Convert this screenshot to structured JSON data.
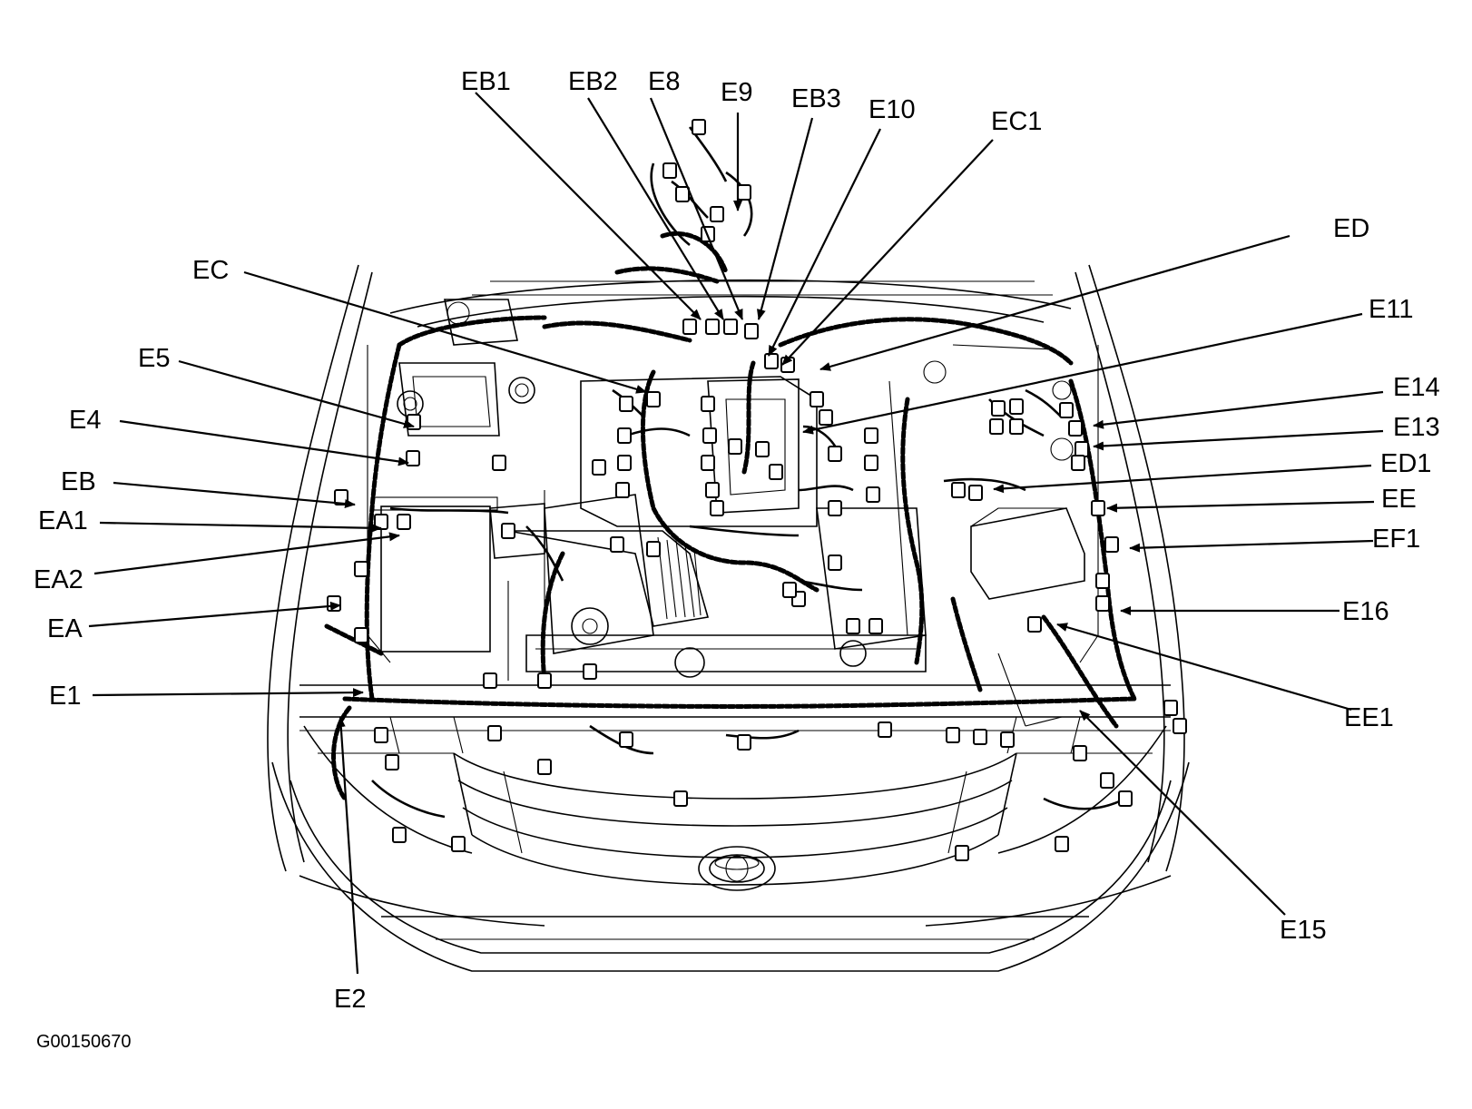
{
  "figure_id": "G00150670",
  "labels": {
    "EB1": "EB1",
    "EB2": "EB2",
    "E8": "E8",
    "E9": "E9",
    "EB3": "EB3",
    "E10": "E10",
    "EC1": "EC1",
    "ED": "ED",
    "EC": "EC",
    "E11": "E11",
    "E5": "E5",
    "E14": "E14",
    "E4": "E4",
    "E13": "E13",
    "ED1": "ED1",
    "EB": "EB",
    "EE": "EE",
    "EA1": "EA1",
    "EF1": "EF1",
    "EA2": "EA2",
    "E16": "E16",
    "EA": "EA",
    "E1": "E1",
    "EE1": "EE1",
    "E15": "E15",
    "E2": "E2"
  }
}
